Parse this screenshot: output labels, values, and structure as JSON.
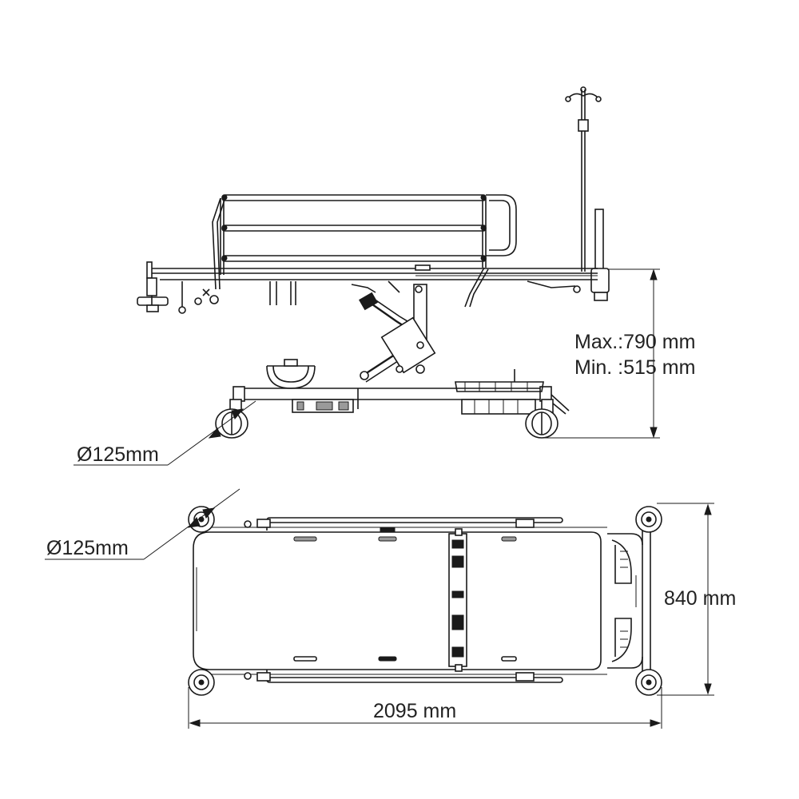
{
  "dimensions": {
    "height_max": "Max.:790 mm",
    "height_min": "Min. :515 mm",
    "wheel_side": "Ø125mm",
    "wheel_top": "Ø125mm",
    "width": "840 mm",
    "length": "2095 mm"
  }
}
